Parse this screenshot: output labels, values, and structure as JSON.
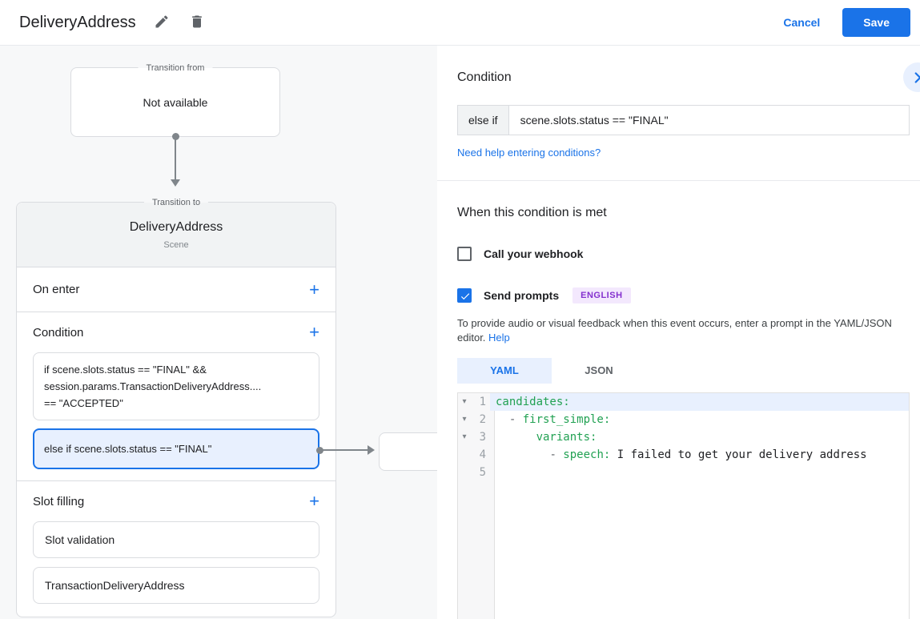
{
  "icons": {
    "plus": "+",
    "fold": "▾"
  },
  "colors": {
    "accent_blue": "#1a73e8",
    "selected_blue_bg": "#e8f0fe",
    "badge_purple_text": "#8430ce",
    "badge_purple_bg": "#f3e8fd",
    "syntax_green": "#21a152",
    "connector_gray": "#80868b",
    "canvas_bg": "#f7f8f9",
    "card_header_bg": "#f1f3f4"
  },
  "header": {
    "title": "DeliveryAddress",
    "cancel_label": "Cancel",
    "save_label": "Save"
  },
  "diagram": {
    "transition_from": {
      "label": "Transition from",
      "content": "Not available"
    },
    "transition_to": {
      "label": "Transition to",
      "title": "DeliveryAddress",
      "subtitle": "Scene"
    },
    "on_enter_label": "On enter",
    "condition_label": "Condition",
    "condition_items": [
      "if scene.slots.status == \"FINAL\" &&\nsession.params.TransactionDeliveryAddress....\n== \"ACCEPTED\"",
      "else if scene.slots.status == \"FINAL\""
    ],
    "slot_filling_label": "Slot filling",
    "slots": [
      "Slot validation",
      "TransactionDeliveryAddress"
    ]
  },
  "panel": {
    "title": "Condition",
    "condition_prefix": "else if",
    "condition_value": "scene.slots.status == \"FINAL\"",
    "help_link": "Need help entering conditions?",
    "when_met_title": "When this condition is met",
    "webhook_label": "Call your webhook",
    "prompts_label": "Send prompts",
    "language_badge": "ENGLISH",
    "description": "To provide audio or visual feedback when this event occurs, enter a prompt in the YAML/JSON editor.",
    "description_help": "Help",
    "tabs": [
      {
        "label": "YAML",
        "active": true
      },
      {
        "label": "JSON",
        "active": false
      }
    ],
    "editor": {
      "lines": [
        {
          "number": 1,
          "foldable": true,
          "active": true,
          "tokens": [
            {
              "t": "key",
              "v": "candidates:"
            }
          ]
        },
        {
          "number": 2,
          "foldable": true,
          "tokens": [
            {
              "t": "plain",
              "v": "  "
            },
            {
              "t": "dash",
              "v": "- "
            },
            {
              "t": "key",
              "v": "first_simple:"
            }
          ]
        },
        {
          "number": 3,
          "foldable": true,
          "tokens": [
            {
              "t": "plain",
              "v": "      "
            },
            {
              "t": "key",
              "v": "variants:"
            }
          ]
        },
        {
          "number": 4,
          "tokens": [
            {
              "t": "plain",
              "v": "        "
            },
            {
              "t": "dash",
              "v": "- "
            },
            {
              "t": "key",
              "v": "speech:"
            },
            {
              "t": "plain",
              "v": " I failed to get your delivery address"
            }
          ]
        },
        {
          "number": 5,
          "tokens": []
        }
      ]
    }
  }
}
